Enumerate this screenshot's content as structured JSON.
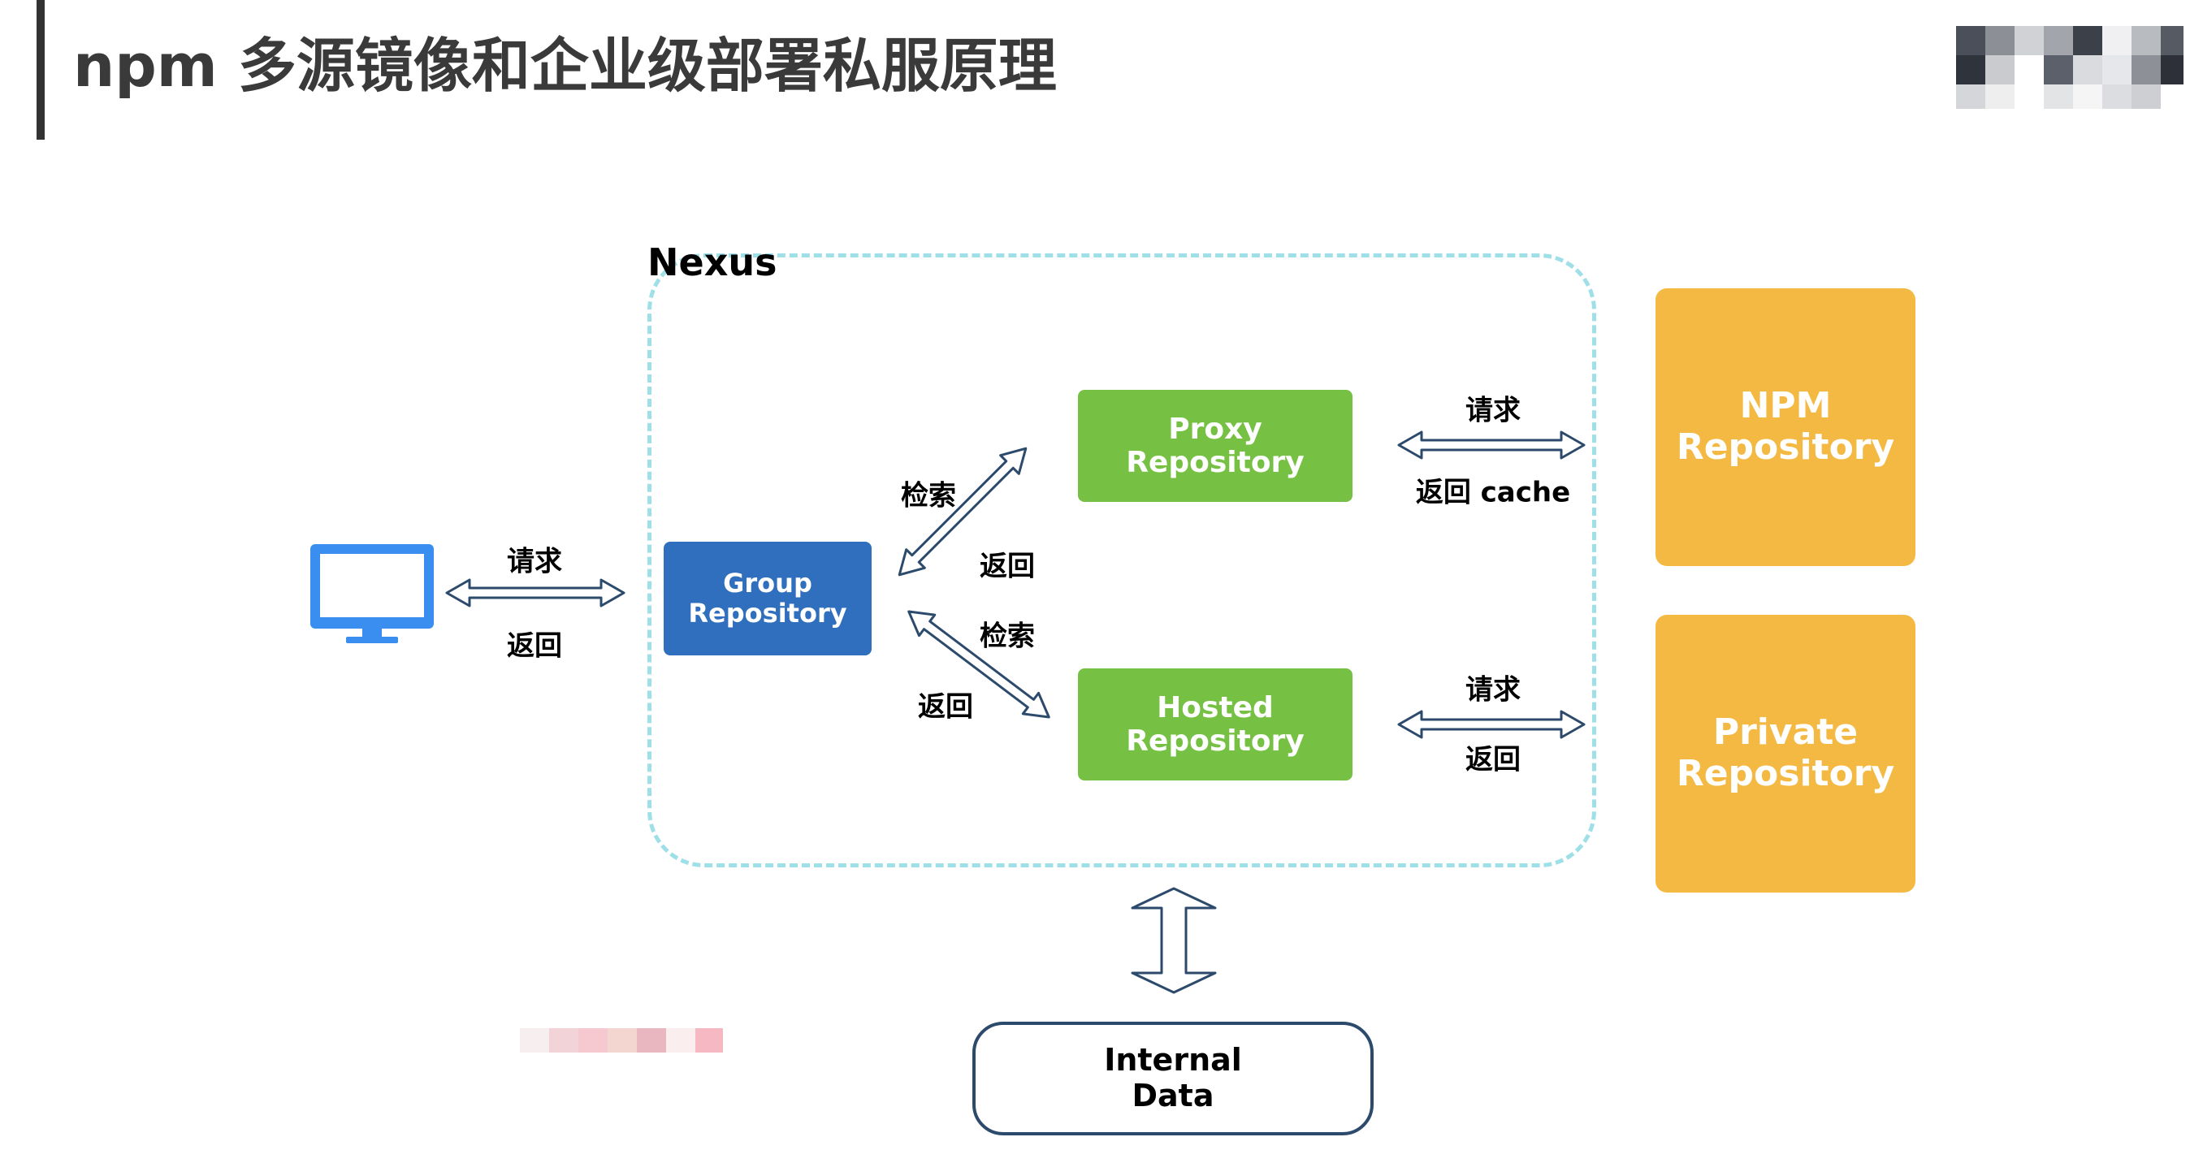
{
  "page": {
    "title": "npm 多源镜像和企业级部署私服原理"
  },
  "diagram": {
    "container_label": "Nexus",
    "nodes": {
      "group": {
        "line1": "Group",
        "line2": "Repository"
      },
      "proxy": {
        "line1": "Proxy",
        "line2": "Repository"
      },
      "hosted": {
        "line1": "Hosted",
        "line2": "Repository"
      },
      "npm": {
        "line1": "NPM",
        "line2": "Repository"
      },
      "private": {
        "line1": "Private",
        "line2": "Repository"
      },
      "internal": {
        "line1": "Internal",
        "line2": "Data"
      }
    },
    "edge_labels": {
      "client_request": "请求",
      "client_return": "返回",
      "proxy_search": "检索",
      "proxy_return": "返回",
      "hosted_search": "检索",
      "hosted_return": "返回",
      "npm_request": "请求",
      "npm_return": "返回 cache",
      "private_request": "请求",
      "private_return": "返回"
    }
  },
  "colors": {
    "group": "#2f6fbd",
    "proxy_hosted": "#76c043",
    "external": "#f4b942",
    "nexus_border": "#9fdfe8",
    "monitor": "#3a8ef0",
    "arrow": "#2c4a6b"
  },
  "icons": {
    "client": "monitor-icon"
  }
}
